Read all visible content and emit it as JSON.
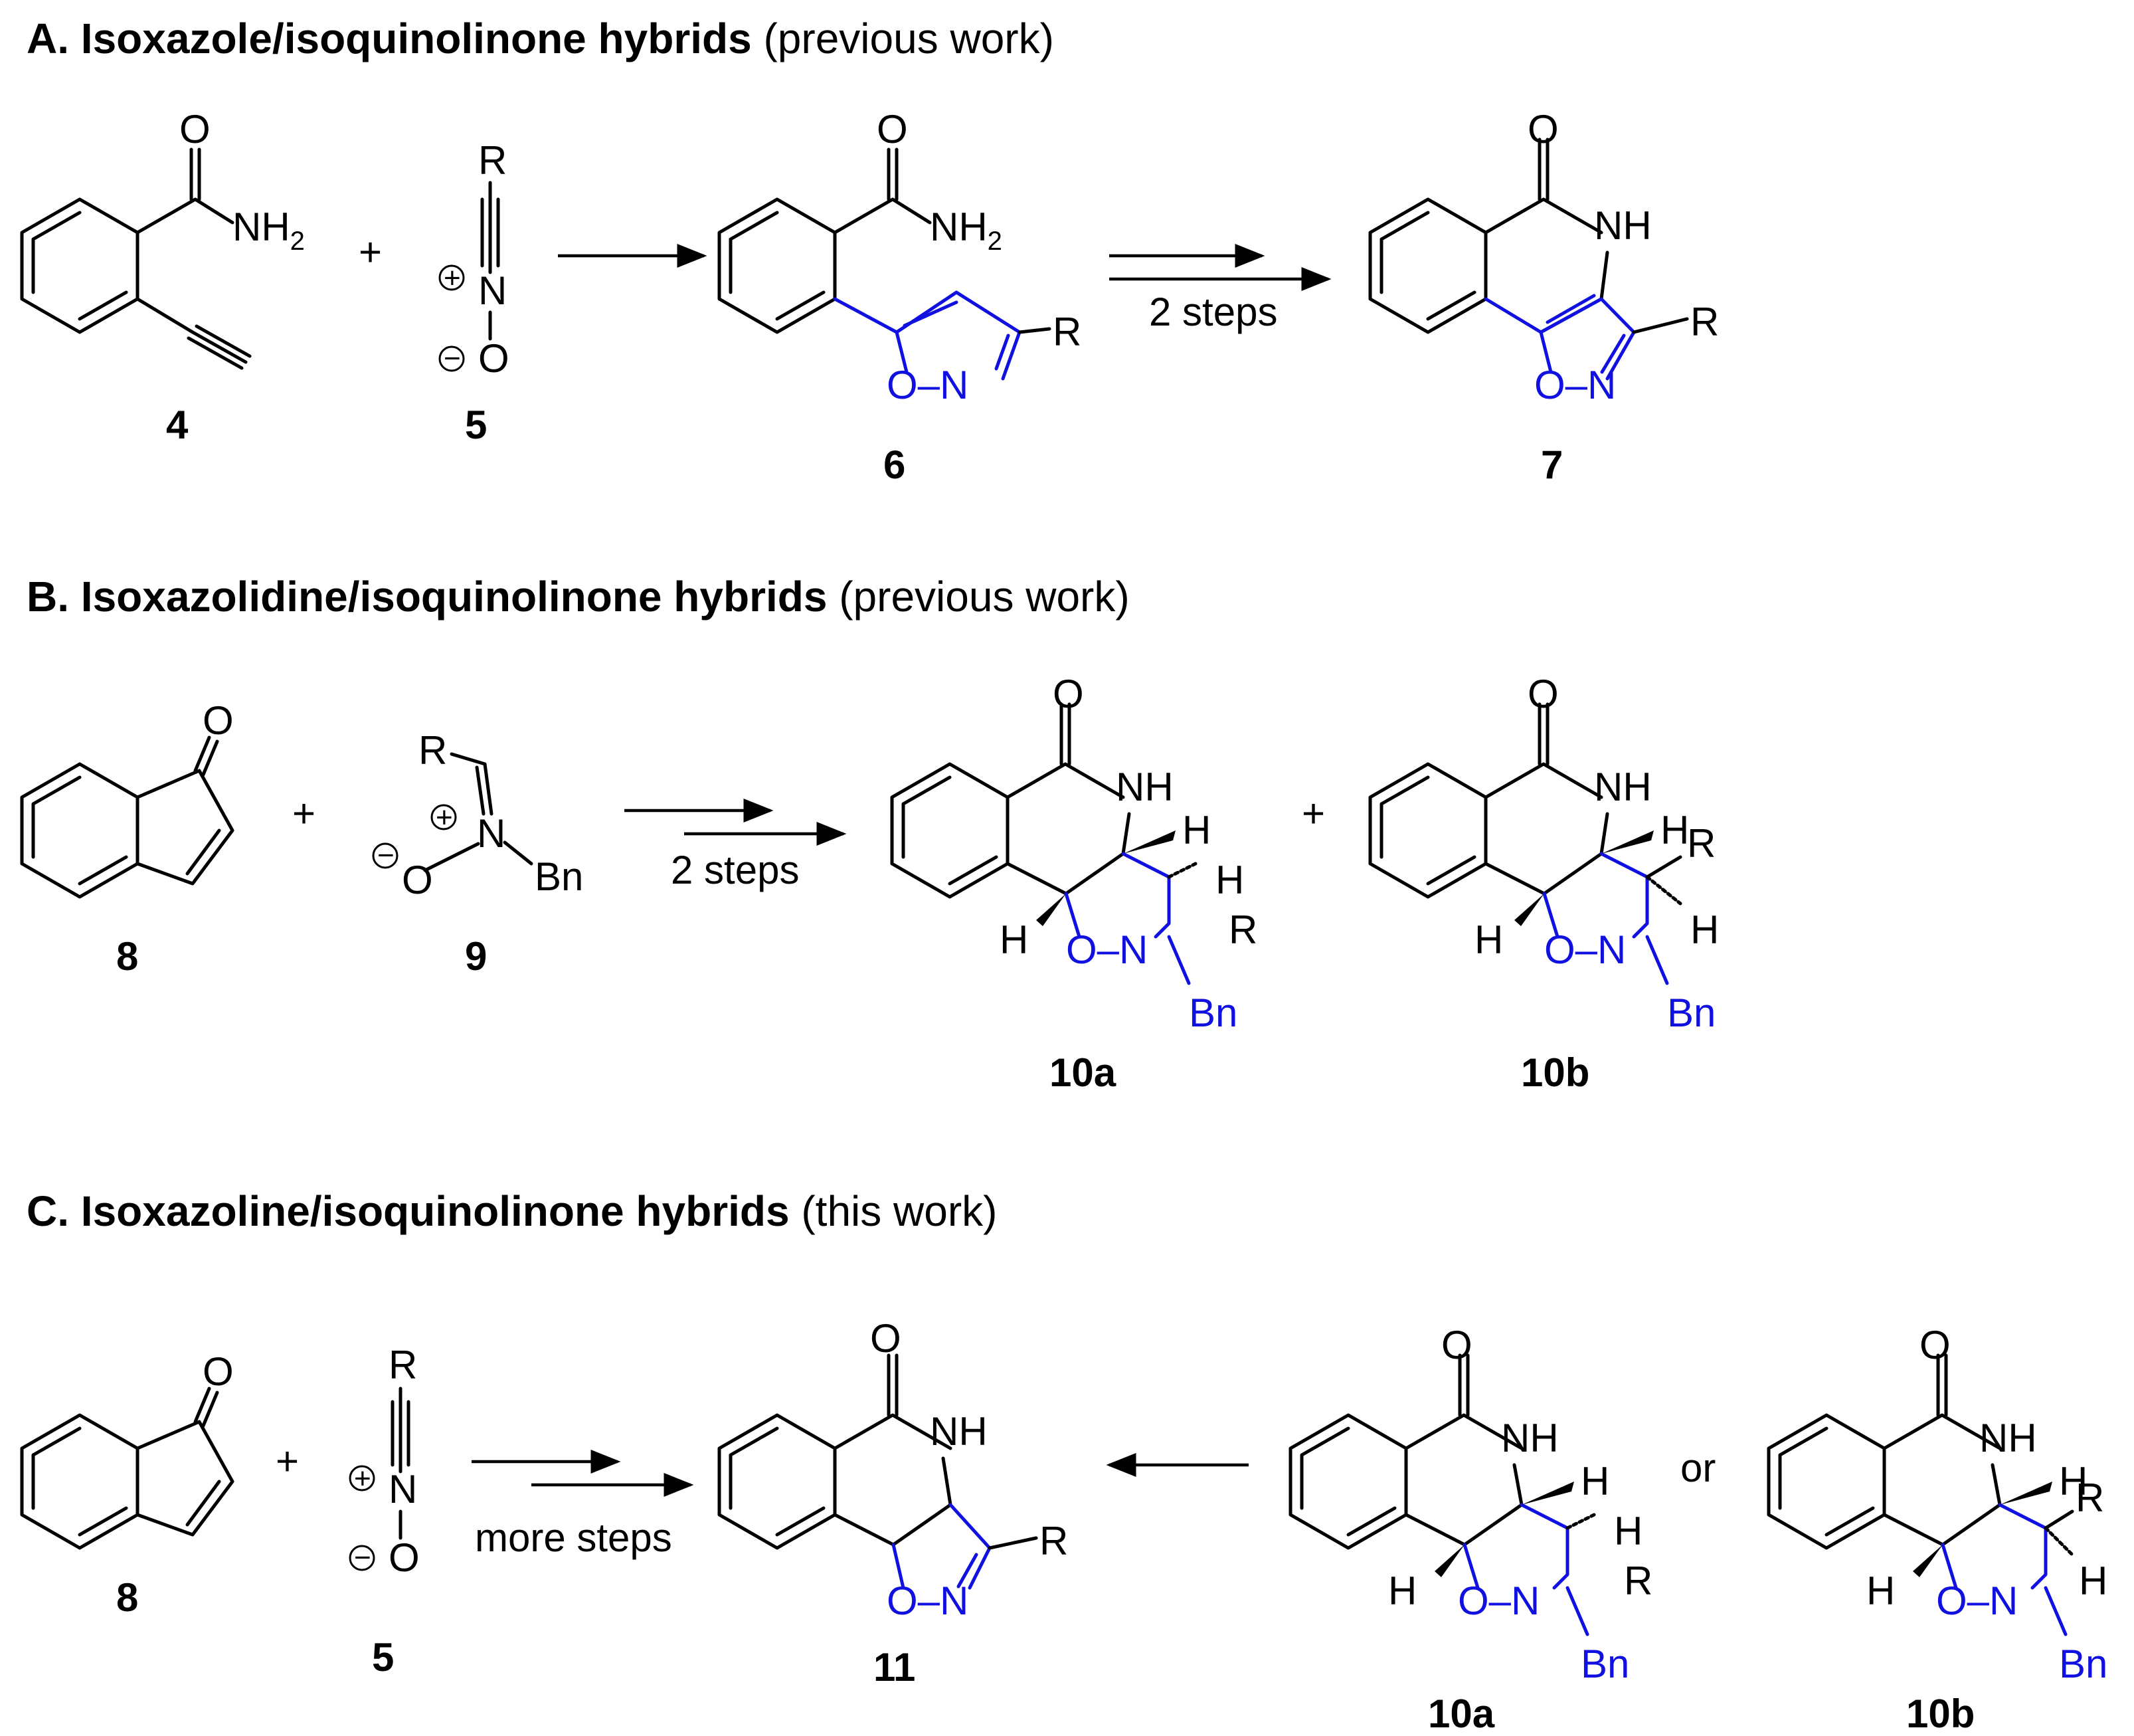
{
  "sections": {
    "A": {
      "title_bold": "A. Isoxazole/isoquinolinone hybrids",
      "title_note": "(previous work)",
      "compounds": [
        "4",
        "5",
        "6",
        "7"
      ],
      "arrow2_label": "2 steps"
    },
    "B": {
      "title_bold": "B. Isoxazolidine/isoquinolinone hybrids",
      "title_note": "(previous work)",
      "compounds": [
        "8",
        "9",
        "10a",
        "10b"
      ],
      "arrow_label": "2 steps"
    },
    "C": {
      "title_bold": "C. Isoxazoline/isoquinolinone hybrids",
      "title_note": "(this work)",
      "compounds": [
        "8",
        "5",
        "11",
        "10a",
        "10b"
      ],
      "arrow_label": "more steps",
      "or_text": "or"
    }
  },
  "atoms": {
    "O": "O",
    "N": "N",
    "H": "H",
    "R": "R",
    "Bn": "Bn",
    "NH": "NH",
    "NH2": "NH",
    "sub2": "2",
    "ON": "O–N",
    "plus": "+",
    "charge_plus": "+",
    "charge_minus": "−"
  },
  "colors": {
    "ring_highlight": "#1010e0",
    "text": "#000000"
  },
  "icons": [
    "reaction-arrow",
    "plus-sign"
  ]
}
